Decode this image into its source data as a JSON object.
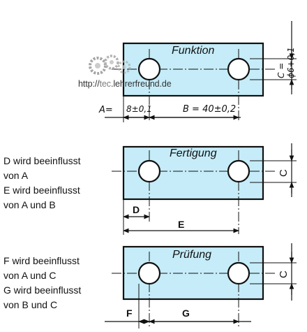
{
  "plates": [
    {
      "title": "Funktion"
    },
    {
      "title": "Fertigung"
    },
    {
      "title": "Prüfung"
    }
  ],
  "watermark": {
    "prefix": "http://",
    "tec": "tec",
    "suffix": ".lehrerfreund.de"
  },
  "dimensions": {
    "plate1": {
      "a_label": "A=",
      "a_value": "8±0,1",
      "b_label": "B = 40±0,2",
      "c_label": "C = ϕ6+0,1"
    },
    "plate2": {
      "c": "C",
      "d": "D",
      "e": "E"
    },
    "plate3": {
      "c": "C",
      "f": "F",
      "g": "G"
    }
  },
  "notes": {
    "fertigung": [
      "D wird beeinflusst",
      "von A",
      "E wird beeinflusst",
      "von A und B"
    ],
    "pruefung": [
      "F wird beeinflusst",
      "von A und C",
      "G wird beeinflusst",
      "von B und C"
    ]
  },
  "colors": {
    "plate_fill": "#c5ecf8",
    "outline": "#111111"
  }
}
